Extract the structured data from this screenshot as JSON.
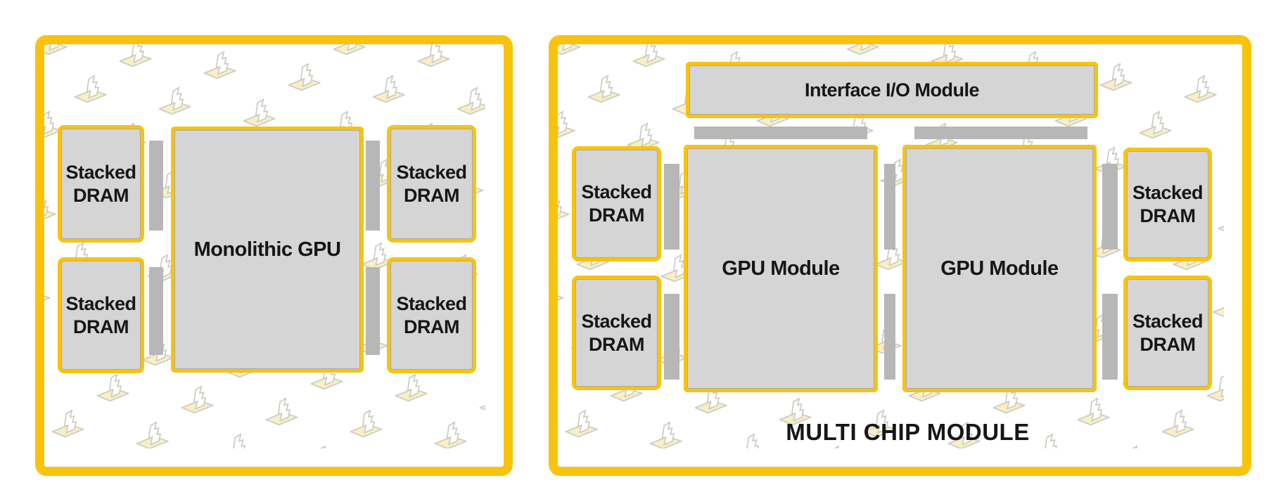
{
  "colors": {
    "accent_yellow": "#F8C30D",
    "block_gray": "#D5D5D5",
    "bar_gray": "#B7B7B7",
    "text_color": "#161616",
    "pattern_base": "#F9EFC2",
    "pattern_outline": "#CDCDC9"
  },
  "pattern": {
    "icon": "logo-watermark-icon"
  },
  "left_panel": {
    "gpu": {
      "label": "Monolithic GPU"
    },
    "dram_blocks": [
      {
        "label": "Stacked DRAM"
      },
      {
        "label": "Stacked DRAM"
      },
      {
        "label": "Stacked DRAM"
      },
      {
        "label": "Stacked DRAM"
      }
    ]
  },
  "right_panel": {
    "caption": "MULTI CHIP MODULE",
    "io_module": {
      "label": "Interface I/O Module"
    },
    "gpu_modules": [
      {
        "label": "GPU Module"
      },
      {
        "label": "GPU Module"
      }
    ],
    "dram_blocks": [
      {
        "label": "Stacked DRAM"
      },
      {
        "label": "Stacked DRAM"
      },
      {
        "label": "Stacked DRAM"
      },
      {
        "label": "Stacked DRAM"
      }
    ]
  }
}
